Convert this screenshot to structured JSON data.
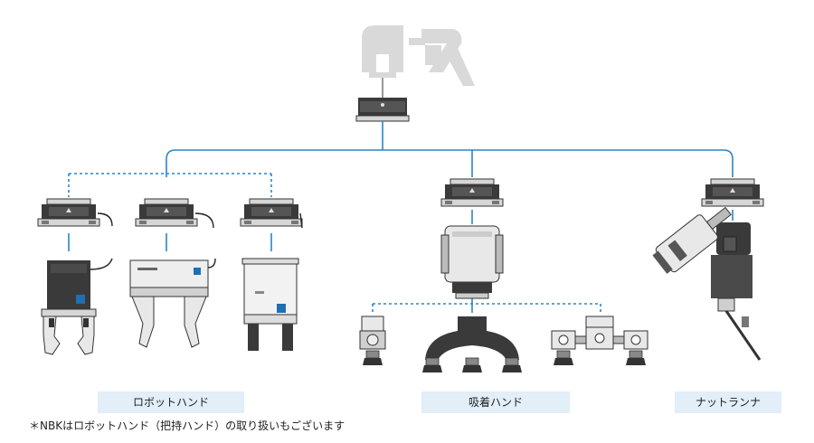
{
  "categories": {
    "robot_hand": "ロボットハンド",
    "suction_hand": "吸着ハンド",
    "nutrunner": "ナットランナ"
  },
  "footnote": "＊NBKはロボットハンド（把持ハンド）の取り扱いもございます",
  "colors": {
    "connector_line": "#2a86c6",
    "label_bg": "#e2eef8",
    "device_dark": "#3a3a3a",
    "device_light": "#e8e8e8",
    "robot_silhouette": "#d9d9d9",
    "brand_accent": "#1f6fb2"
  }
}
